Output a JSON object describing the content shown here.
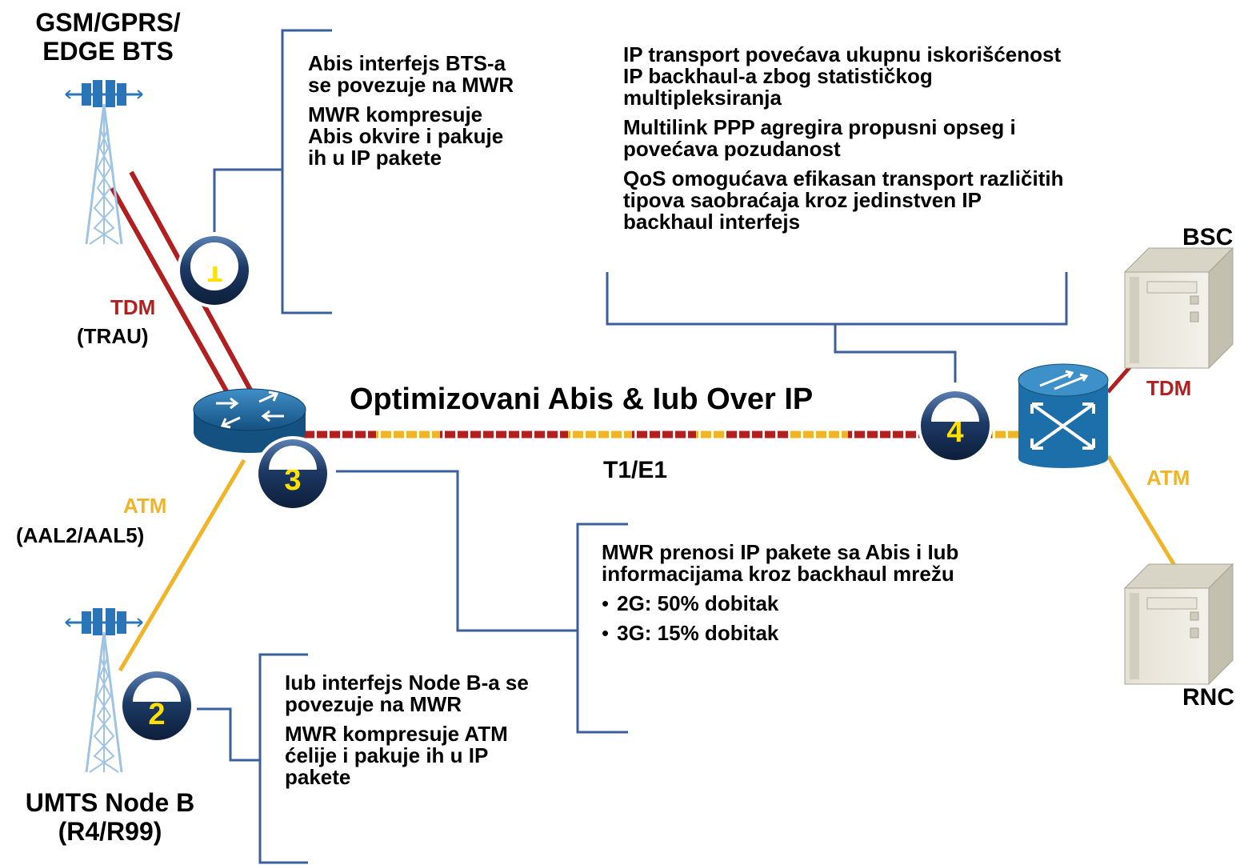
{
  "colors": {
    "tdm": "#b02020",
    "atm": "#f0b428",
    "bracket": "#3a5f9a",
    "device_blue": "#1c5a8c",
    "badge_navy": "#1d3a66",
    "badge_yellow": "#ffe000"
  },
  "labels": {
    "bts": [
      "GSM/GPRS/",
      "EDGE BTS"
    ],
    "nodeb": [
      "UMTS Node B",
      "(R4/R99)"
    ],
    "bsc": "BSC",
    "rnc": "RNC",
    "tdm_left": "TDM",
    "trau": "(TRAU)",
    "atm_left": "ATM",
    "aal": "(AAL2/AAL5)",
    "tdm_right": "TDM",
    "atm_right": "ATM",
    "link_title": "Optimizovani Abis & Iub Over IP",
    "link_sub": "T1/E1"
  },
  "badges": [
    "1",
    "2",
    "3",
    "4"
  ],
  "callouts": {
    "bts_note": [
      "Abis interfejs BTS-a se povezuje na MWR",
      "MWR kompresuje Abis okvire i pakuje ih u IP pakete"
    ],
    "transport_note": [
      "IP transport povećava ukupnu iskorišćenost IP backhaul-a zbog statističkog multipleksiranja",
      "Multilink PPP agregira propusni opseg i povećava pozudanost",
      "QoS omogućava efikasan transport različitih tipova saobraćaja kroz jedinstven IP backhaul interfejs"
    ],
    "mwr_note": {
      "text": "MWR prenosi IP pakete sa Abis i Iub informacijama kroz backhaul mrežu",
      "bullets": [
        "2G: 50% dobitak",
        "3G: 15% dobitak"
      ]
    },
    "nodeb_note": [
      "Iub interfejs Node B-a se povezuje na MWR",
      "MWR kompresuje ATM ćelije i pakuje ih u IP pakete"
    ]
  },
  "icons": {
    "bts_tower": "cell-tower-icon",
    "nodeb_tower": "cell-tower-icon",
    "router": "router-icon",
    "switch": "atm-switch-icon",
    "bsc_server": "server-icon",
    "rnc_server": "server-icon"
  }
}
